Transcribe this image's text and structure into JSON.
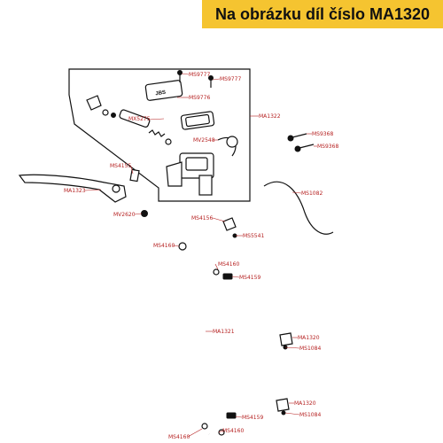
{
  "header": {
    "caption": "Na obrázku díl číslo MA1320"
  },
  "colors": {
    "banner_bg": "#f5c430",
    "label_color": "#b51f1f",
    "line_color": "#111111"
  },
  "labels": [
    {
      "code": "MS9777"
    },
    {
      "code": "MS9777"
    },
    {
      "code": "MS9776"
    },
    {
      "code": "MA1322"
    },
    {
      "code": "MX5275"
    },
    {
      "code": "MS9368"
    },
    {
      "code": "MV2548"
    },
    {
      "code": "MS9368"
    },
    {
      "code": "MS4155"
    },
    {
      "code": "MA1323"
    },
    {
      "code": "MS1082"
    },
    {
      "code": "MV2620"
    },
    {
      "code": "MS4156"
    },
    {
      "code": "MS5541"
    },
    {
      "code": "MS4160"
    },
    {
      "code": "MS4160"
    },
    {
      "code": "MS4159"
    },
    {
      "code": "MA1321"
    },
    {
      "code": "MA1320"
    },
    {
      "code": "MS1084"
    },
    {
      "code": "MA1320"
    },
    {
      "code": "MS1084"
    },
    {
      "code": "MS4159"
    },
    {
      "code": "MS4160"
    },
    {
      "code": "MS4160"
    }
  ]
}
